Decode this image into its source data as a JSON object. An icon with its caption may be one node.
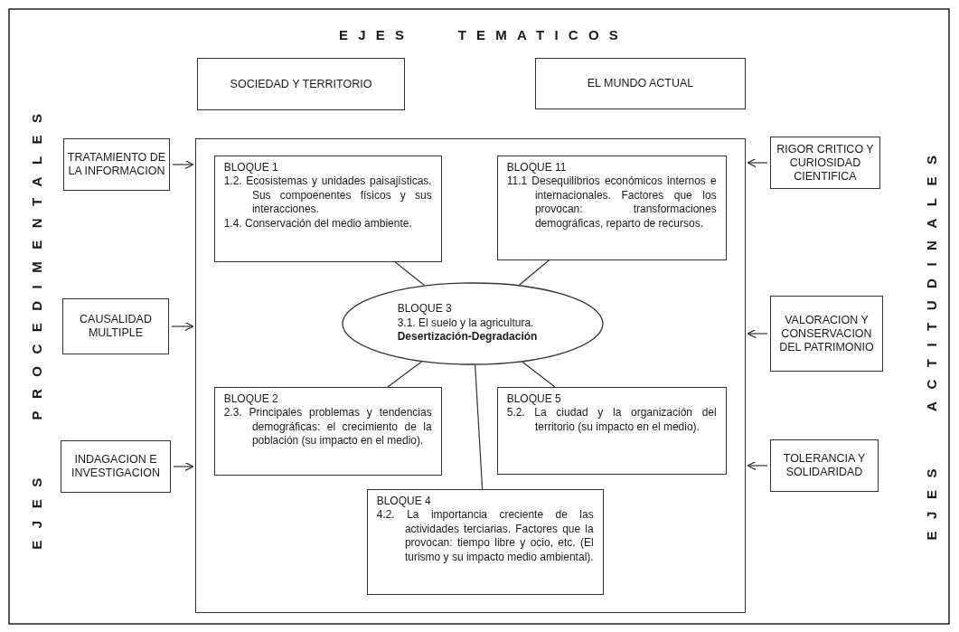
{
  "diagram": {
    "title": "EJES TEMATICOS",
    "nodes": [
      {
        "text": [
          "SOCIEDAD Y TERRITORIO"
        ]
      },
      {
        "text": [
          "EL MUNDO ACTUAL"
        ]
      },
      {
        "text": [
          "TRATAMIENTO DE LA INFORMACION"
        ]
      },
      {
        "text": [
          "CAUSALIDAD MULTIPLE"
        ]
      },
      {
        "text": [
          "INDAGACION E INVESTIGACION"
        ]
      },
      {
        "text": [],
        "shape": "box"
      },
      {
        "text": [
          "BLOQUE 1",
          "1.2. Ecosistemas y unidades paisajísticas. Sus compoenentes físicos y sus interacciones.",
          "1.4. Conservación del medio ambiente."
        ],
        "in": 5
      },
      {
        "text": [
          "BLOQUE 11",
          "11.1 Desequilibrios económicos internos e internacionales. Factores que los provocan: transformaciones demográficas, reparto de recursos."
        ],
        "in": 5
      },
      {
        "text": [
          "BLOQUE 3",
          "3.1. El suelo y la agricultura.",
          "Desertización-Degradación"
        ],
        "in": 5
      },
      {
        "text": [
          "BLOQUE 2",
          "2.3. Principales problemas y tendencias demográficas: el crecimiento de la población (su impacto en el medio)."
        ],
        "in": 5
      },
      {
        "text": [
          "BLOQUE 5",
          "5.2. La ciudad y la organización del territorio (su impacto en el medio)."
        ],
        "in": 5
      },
      {
        "text": [
          "BLOQUE 4",
          "4.2. La importancia creciente de las actividades terciarias. Factores que la provocan: tiempo libre y ocio, etc. (El turismo y su impacto medio ambiental)."
        ],
        "in": 5
      },
      {
        "text": [
          "RIGOR CRITICO Y CURIOSIDAD CIENTIFICA"
        ]
      },
      {
        "text": [
          "VALORACION Y CONSERVACION DEL PATRIMONIO"
        ]
      },
      {
        "text": [
          "TOLERANCIA Y SOLIDARIDAD"
        ]
      }
    ],
    "edges": [
      {
        "from": 2,
        "to": 5,
        "arrow": "to"
      },
      {
        "from": 3,
        "to": 5,
        "arrow": "to"
      },
      {
        "from": 4,
        "to": 5,
        "arrow": "to"
      },
      {
        "from": 12,
        "to": 5,
        "arrow": "to"
      },
      {
        "from": 13,
        "to": 5,
        "arrow": "to"
      },
      {
        "from": 14,
        "to": 5,
        "arrow": "to"
      },
      {
        "from": 8,
        "to": 6,
        "arrow": "none"
      },
      {
        "from": 8,
        "to": 7,
        "arrow": "none"
      },
      {
        "from": 8,
        "to": 9,
        "arrow": "none"
      },
      {
        "from": 8,
        "to": 10,
        "arrow": "none"
      },
      {
        "from": 8,
        "to": 11,
        "arrow": "none"
      }
    ],
    "labels": [
      "EJES PROCEDIMENTALES",
      "EJES ACTITUDINALES"
    ]
  }
}
